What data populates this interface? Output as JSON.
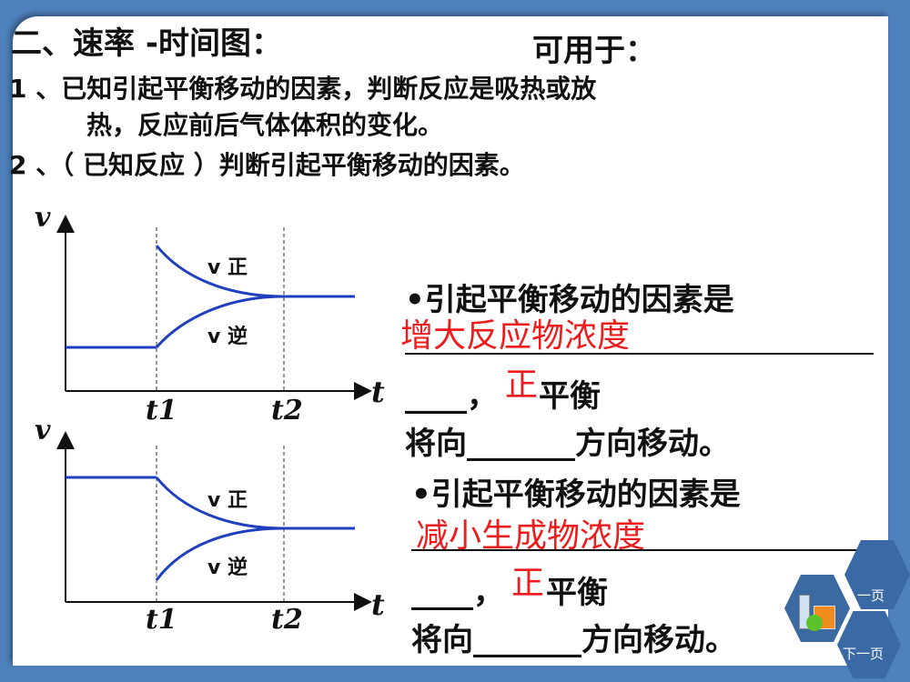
{
  "heading": "二、速率 -时间图：",
  "usage_label": "可用于：",
  "point1_line1": "1 、已知引起平衡移动的因素，判断反应是吸热或放",
  "point1_line2": "热，反应前后气体体积的变化。",
  "point2": "2 、（ 已知反应 ）判断引起平衡移动的因素。",
  "graph1": {
    "y_label": "v",
    "x_label": "t",
    "t1": "t1",
    "t2": "t2",
    "forward": "v 正",
    "reverse": "v 逆"
  },
  "graph2": {
    "y_label": "v",
    "x_label": "t",
    "t1": "t1",
    "t2": "t2",
    "forward": "v 正",
    "reverse": "v 逆"
  },
  "q1": {
    "prompt": "•引起平衡移动的因素是",
    "answer": "增大反应物浓度",
    "blank": "____，",
    "direction_answer": "正",
    "shift": "平衡",
    "tail": "将向_______方向移动。"
  },
  "q2": {
    "prompt": "•引起平衡移动的因素是",
    "answer": "减小生成物浓度",
    "blank": "____，",
    "direction_answer": "正",
    "shift": "平衡",
    "tail": "将向_______方向移动。"
  },
  "nav": {
    "prev": "一页",
    "next": "下一页"
  },
  "colors": {
    "curve": "#1f3fbf",
    "answer": "#ee1c1c",
    "frame": "#4f81bd"
  }
}
